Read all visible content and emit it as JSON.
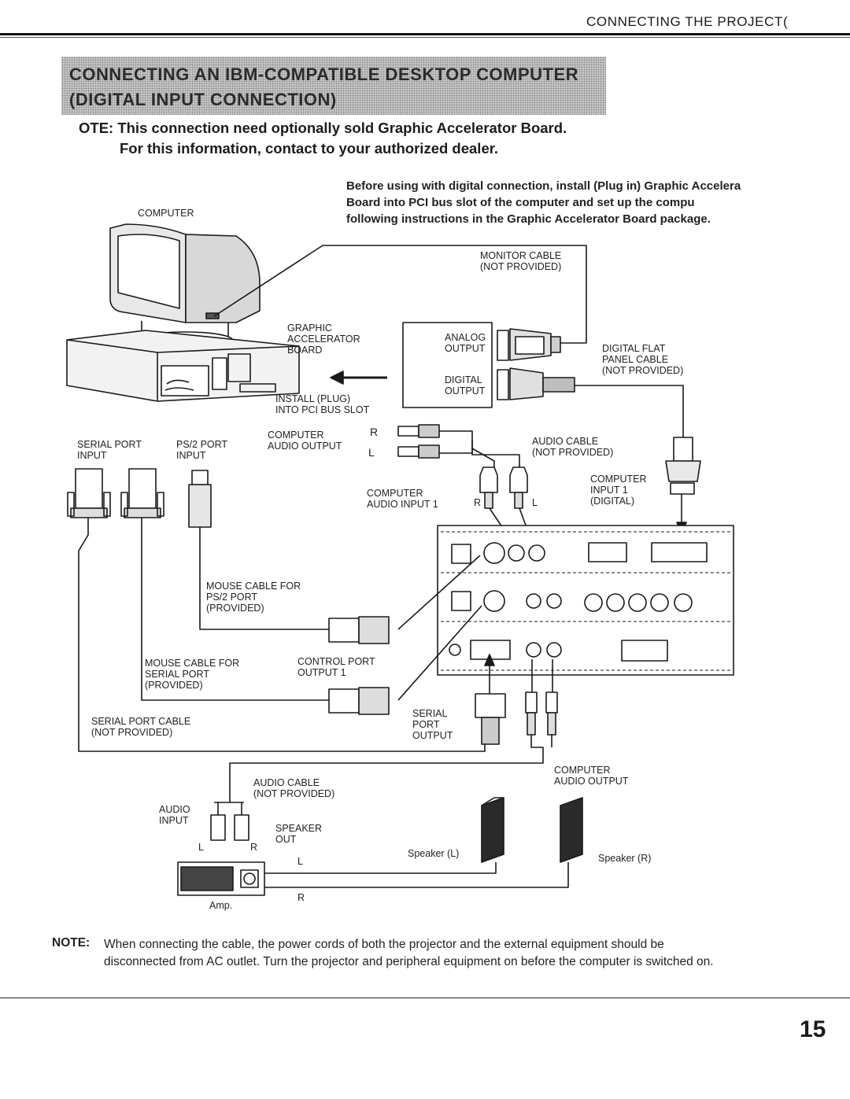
{
  "header": {
    "running_title": "CONNECTING THE PROJECT("
  },
  "banner": {
    "line1": "CONNECTING AN IBM-COMPATIBLE DESKTOP COMPUTER",
    "line2": "(DIGITAL INPUT CONNECTION)"
  },
  "top_note": {
    "line1": "OTE: This connection need optionally sold Graphic Accelerator Board.",
    "line2": "For this information, contact to your authorized dealer."
  },
  "intro": {
    "line1": "Before using with digital connection, install (Plug in) Graphic Accelera",
    "line2": "Board into PCI bus slot of the computer and set up the compu",
    "line3": "following instructions in the Graphic Accelerator Board package."
  },
  "labels": {
    "computer": "COMPUTER",
    "monitor_cable": "MONITOR CABLE\n(NOT PROVIDED)",
    "graphic_board": "GRAPHIC\nACCELERATOR\nBOARD",
    "install": "INSTALL (PLUG)\nINTO PCI BUS SLOT",
    "analog_output": "ANALOG\nOUTPUT",
    "digital_output": "DIGITAL\nOUTPUT",
    "digital_flat_cable": "DIGITAL FLAT\nPANEL CABLE\n(NOT PROVIDED)",
    "serial_port_input": "SERIAL PORT\nINPUT",
    "ps2_port_input": "PS/2 PORT\nINPUT",
    "computer_audio_output_top": "COMPUTER\nAUDIO OUTPUT",
    "r_top": "R",
    "l_top": "L",
    "audio_cable_top": "AUDIO CABLE\n(NOT PROVIDED)",
    "computer_input_1": "COMPUTER\nINPUT 1\n(DIGITAL)",
    "computer_audio_input_1": "COMPUTER\nAUDIO INPUT 1",
    "r_in": "R",
    "l_in": "L",
    "mouse_cable_ps2": "MOUSE CABLE FOR\nPS/2 PORT\n(PROVIDED)",
    "mouse_cable_serial": "MOUSE CABLE FOR\nSERIAL PORT\n(PROVIDED)",
    "control_port_output": "CONTROL PORT\nOUTPUT 1",
    "serial_port_cable": "SERIAL PORT CABLE\n(NOT PROVIDED)",
    "serial_port_output": "SERIAL\nPORT\nOUTPUT",
    "computer_audio_output_bottom": "COMPUTER\nAUDIO OUTPUT",
    "audio_cable_bottom": "AUDIO CABLE\n(NOT PROVIDED)",
    "audio_input": "AUDIO\nINPUT",
    "l_amp": "L",
    "r_amp": "R",
    "speaker_out": "SPEAKER\nOUT",
    "l_speaker": "L",
    "r_speaker": "R",
    "amp": "Amp.",
    "speaker_left": "Speaker (L)",
    "speaker_right": "Speaker (R)"
  },
  "bottom_note": {
    "head": "NOTE:",
    "line1": "When connecting the cable, the power cords of both the projector and the external equipment should be",
    "line2": "disconnected from AC outlet. Turn the projector and peripheral equipment on before the computer is switched on."
  },
  "footer": {
    "page_number": "15"
  }
}
